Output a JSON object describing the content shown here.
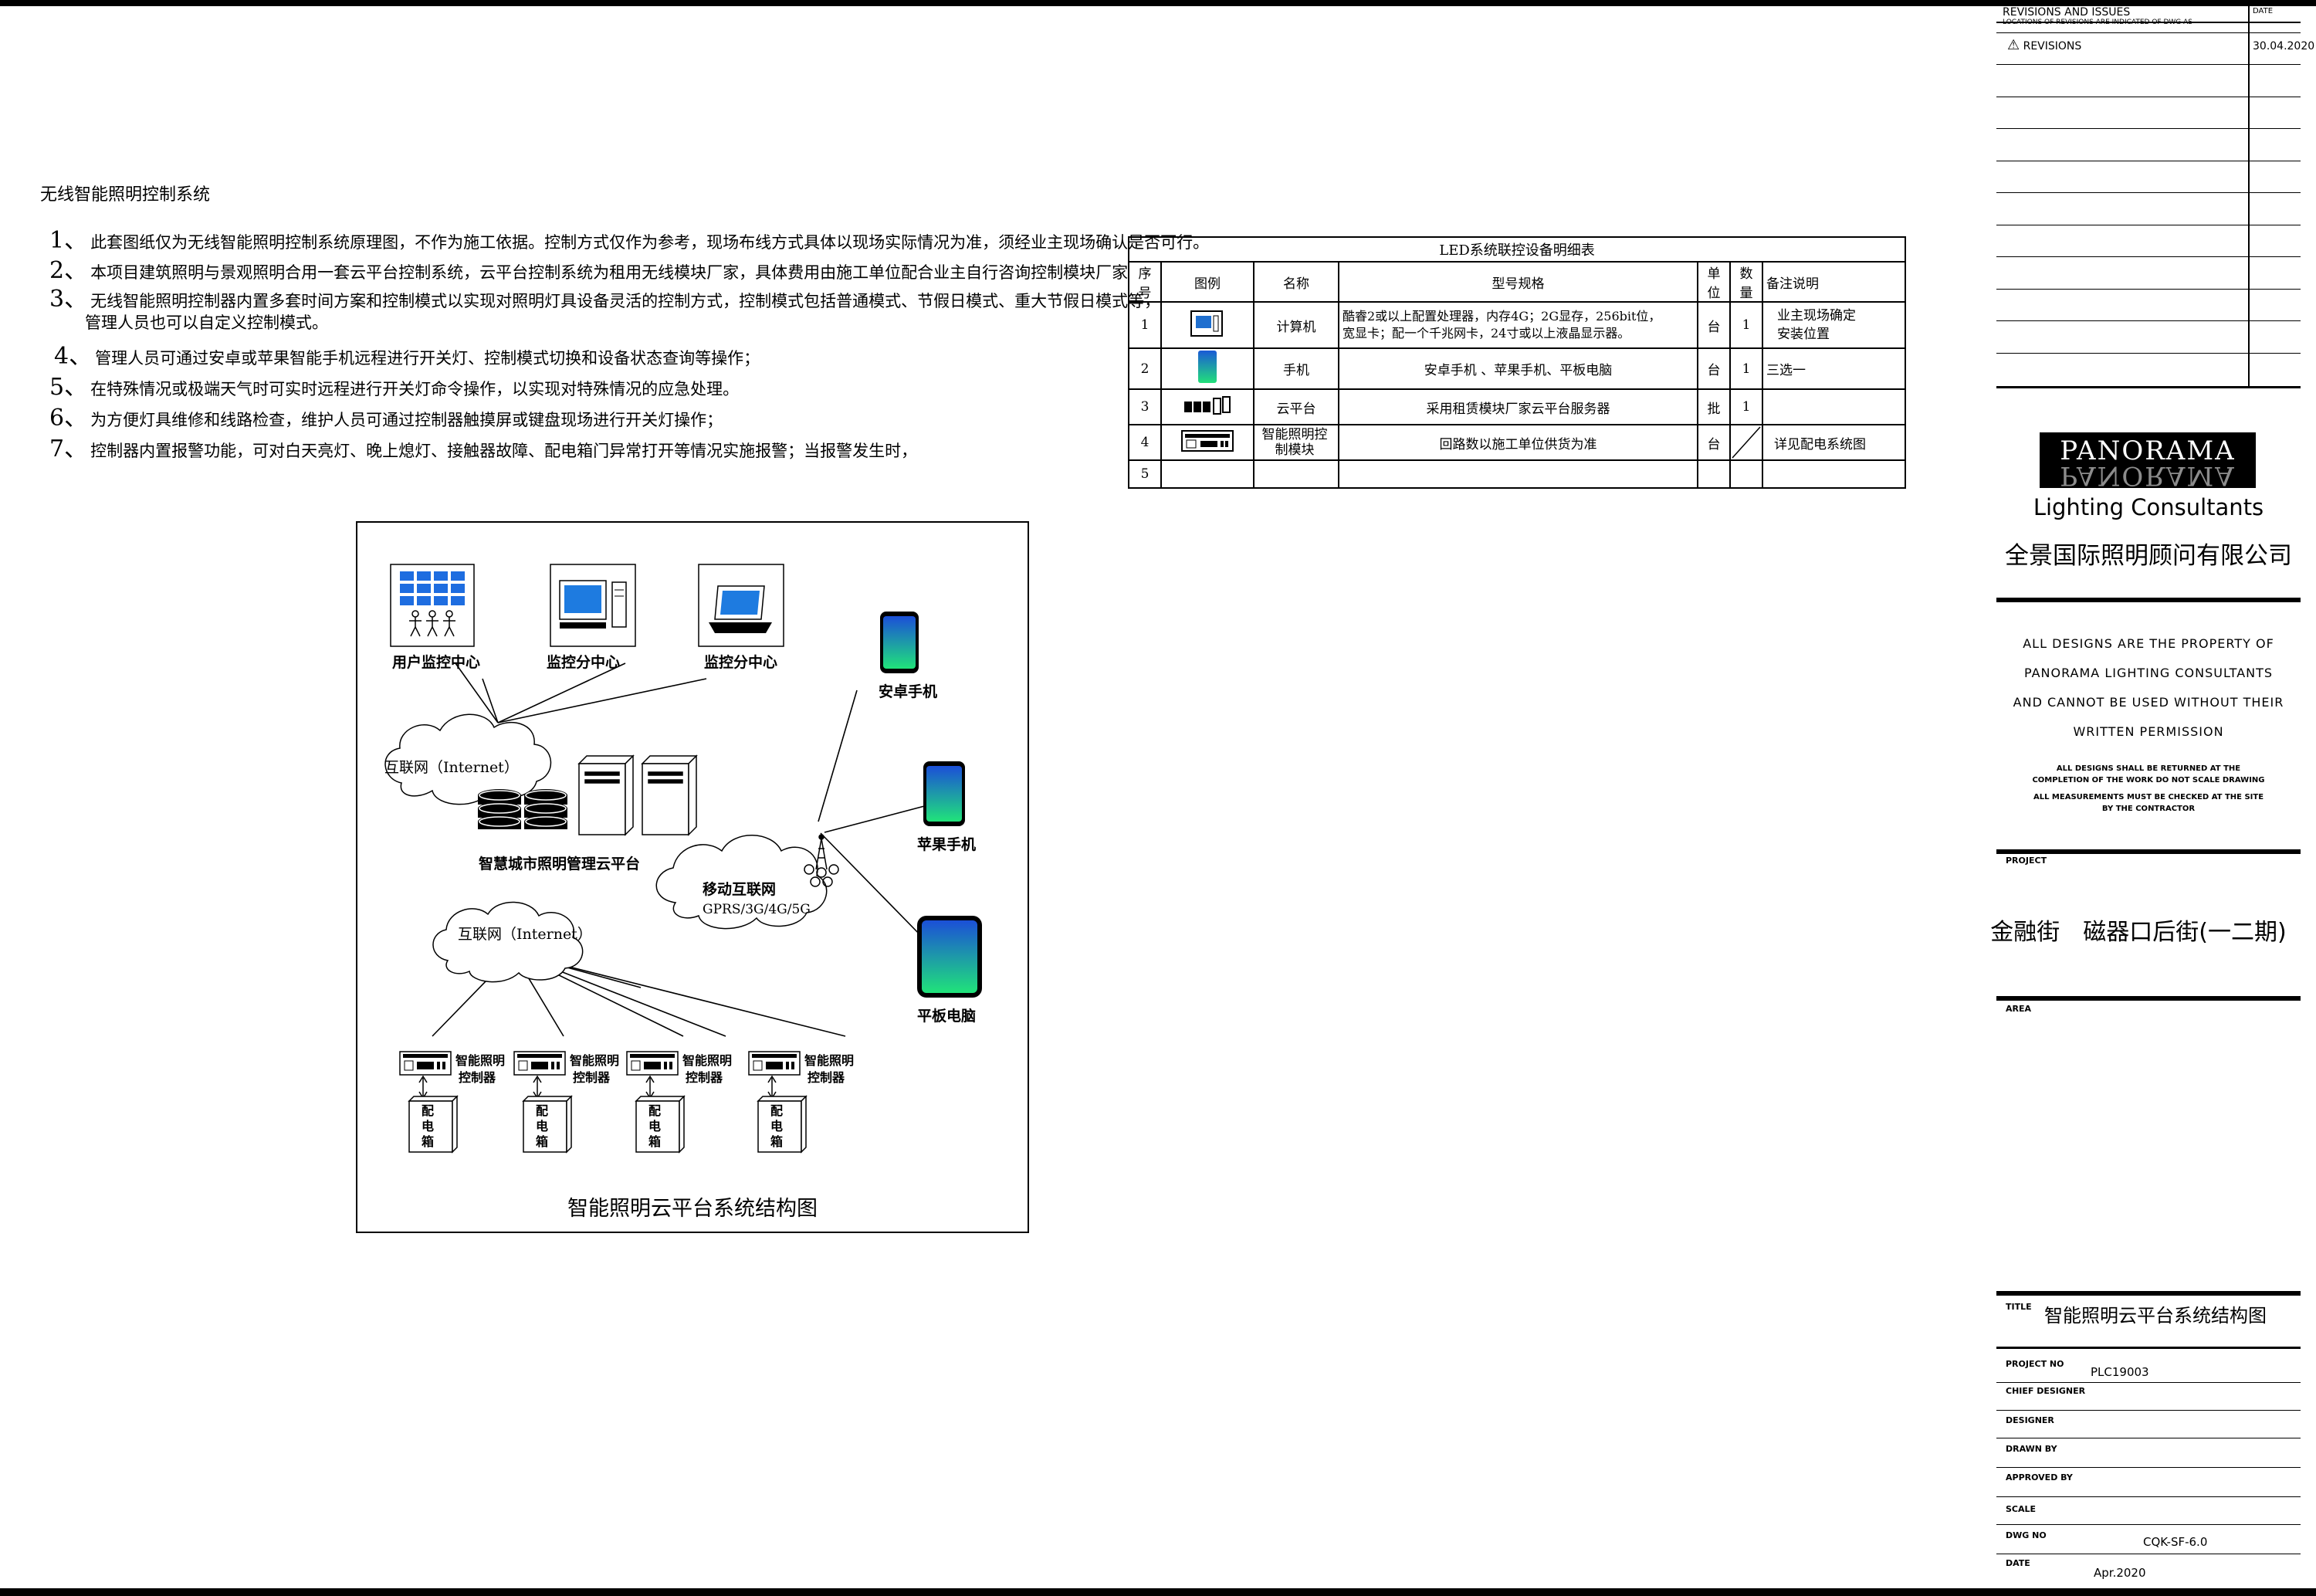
{
  "notes": {
    "title": "无线智能照明控制系统",
    "items": [
      {
        "num": "1、",
        "text": "此套图纸仅为无线智能照明控制系统原理图，不作为施工依据。控制方式仅作为参考，现场布线方式具体以现场实际情况为准，须经业主现场确认是否可行。"
      },
      {
        "num": "2、",
        "text": "本项目建筑照明与景观照明合用一套云平台控制系统，云平台控制系统为租用无线模块厂家，具体费用由施工单位配合业主自行咨询控制模块厂家"
      },
      {
        "num": "3、",
        "text": "无线智能照明控制器内置多套时间方案和控制模式以实现对照明灯具设备灵活的控制方式，控制模式包括普通模式、节假日模式、重大节假日模式等，"
      },
      {
        "num": "",
        "text": "管理人员也可以自定义控制模式。"
      },
      {
        "num": "4、",
        "text": "管理人员可通过安卓或苹果智能手机远程进行开关灯、控制模式切换和设备状态查询等操作；"
      },
      {
        "num": "5、",
        "text": "在特殊情况或极端天气时可实时远程进行开关灯命令操作，以实现对特殊情况的应急处理。"
      },
      {
        "num": "6、",
        "text": "为方便灯具维修和线路检查，维护人员可通过控制器触摸屏或键盘现场进行开关灯操作；"
      },
      {
        "num": "7、",
        "text": "控制器内置报警功能，可对白天亮灯、晚上熄灯、接触器故障、配电箱门异常打开等情况实施报警；当报警发生时，"
      }
    ]
  },
  "table": {
    "caption": "LED系统联控设备明细表",
    "headers": [
      "序号",
      "图例",
      "名称",
      "型号规格",
      "单位",
      "数量",
      "备注说明"
    ],
    "rows": [
      {
        "no": "1",
        "name": "计算机",
        "spec1": "酷睿2或以上配置处理器，内存4G；2G显存，256bit位，",
        "spec2": "宽显卡；配一个千兆网卡，24寸或以上液晶显示器。",
        "unit": "台",
        "qty": "1",
        "note1": "业主现场确定",
        "note2": "安装位置"
      },
      {
        "no": "2",
        "name": "手机",
        "spec1": "安卓手机 、苹果手机、平板电脑",
        "spec2": "",
        "unit": "台",
        "qty": "1",
        "note1": "三选一",
        "note2": ""
      },
      {
        "no": "3",
        "name": "云平台",
        "spec1": "采用租赁模块厂家云平台服务器",
        "spec2": "",
        "unit": "批",
        "qty": "1",
        "note1": "",
        "note2": ""
      },
      {
        "no": "4",
        "name": "智能照明控制模块",
        "spec1": "回路数以施工单位供货为准",
        "spec2": "",
        "unit": "台",
        "qty": "",
        "note1": "详见配电系统图",
        "note2": ""
      },
      {
        "no": "5",
        "name": "",
        "spec1": "",
        "spec2": "",
        "unit": "",
        "qty": "",
        "note1": "",
        "note2": ""
      }
    ]
  },
  "diagram": {
    "title": "智能照明云平台系统结构图",
    "user_center": "用户监控中心",
    "monitor_center": "监控分中心",
    "internet": "互联网（Internet）",
    "cloud_platform": "智慧城市照明管理云平台",
    "mobile_net_1": "移动互联网",
    "mobile_net_2": "GPRS/3G/4G/5G",
    "android": "安卓手机",
    "apple": "苹果手机",
    "tablet": "平板电脑",
    "controller_l1": "智能照明",
    "controller_l2": "控制器",
    "box_label": "配电箱"
  },
  "titleblock": {
    "revisions_header": "REVISIONS AND ISSUES",
    "revisions_sub": "LOCATIONS OF REVISIONS ARE INDICATED OF DWG AS",
    "date_header": "DATE",
    "revision_label": "REVISIONS",
    "revision_date": "30.04.2020",
    "brand": "PANORAMA",
    "brand_sub": "Lighting Consultants",
    "company_cn": "全景国际照明顾问有限公司",
    "property_lines": [
      "ALL DESIGNS ARE THE PROPERTY OF",
      "PANORAMA LIGHTING CONSULTANTS",
      "AND CANNOT BE USED WITHOUT THEIR",
      "WRITTEN PERMISSION"
    ],
    "small_lines": [
      "ALL DESIGNS SHALL BE RETURNED AT THE",
      "COMPLETION OF THE WORK DO NOT SCALE DRAWING",
      "ALL MEASUREMENTS MUST BE CHECKED AT THE SITE",
      "BY THE CONTRACTOR"
    ],
    "project_label": "PROJECT",
    "project_name": "金融街　磁器口后街(一二期)",
    "area_label": "AREA",
    "title_label": "TITLE",
    "title_value": "智能照明云平台系统结构图",
    "project_no_label": "PROJECT NO",
    "project_no": "PLC19003",
    "chief_designer_label": "CHIEF DESIGNER",
    "designer_label": "DESIGNER",
    "drawn_by_label": "DRAWN BY",
    "approved_by_label": "APPROVED BY",
    "scale_label": "SCALE",
    "dwg_no_label": "DWG NO",
    "dwg_no": "CQK-SF-6.0",
    "date_label": "DATE",
    "date_value": "Apr.2020"
  }
}
